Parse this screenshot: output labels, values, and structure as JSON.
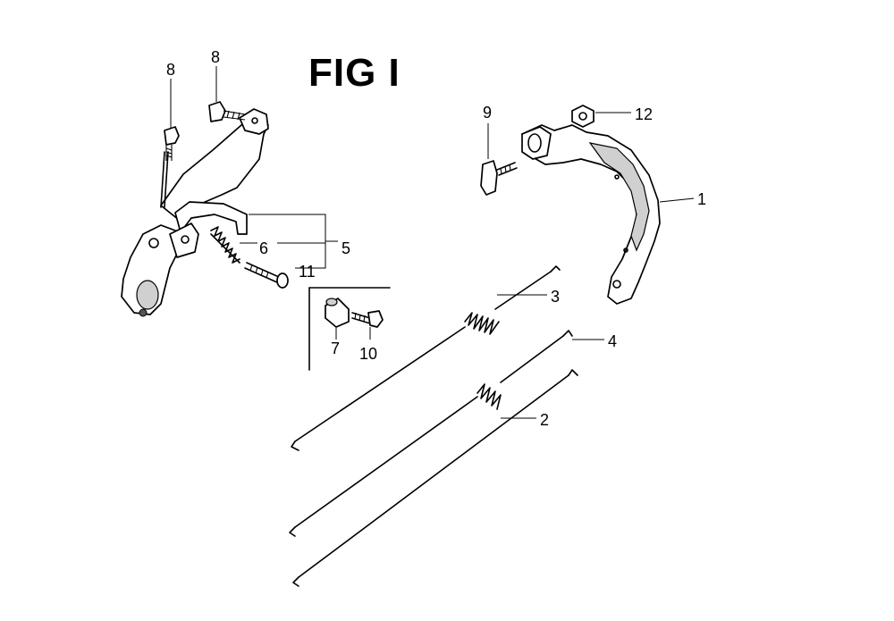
{
  "figure": {
    "title": "FIG I"
  },
  "callouts": {
    "p1": "1",
    "p2": "2",
    "p3": "3",
    "p4": "4",
    "p5": "5",
    "p6": "6",
    "p7": "7",
    "p8a": "8",
    "p8b": "8",
    "p9": "9",
    "p10": "10",
    "p11": "11",
    "p12": "12"
  }
}
